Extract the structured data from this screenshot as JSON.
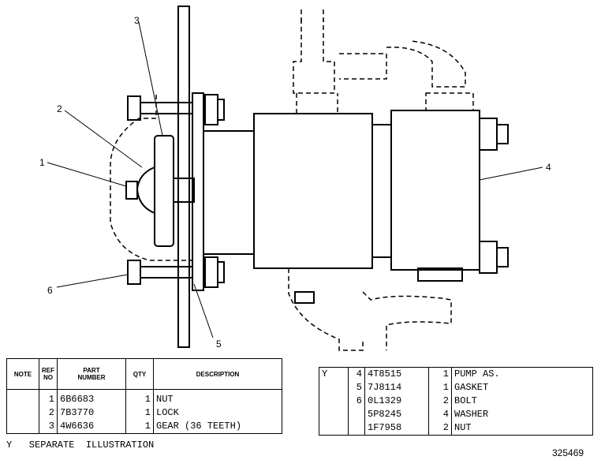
{
  "callouts": [
    "1",
    "2",
    "3",
    "4",
    "5",
    "6"
  ],
  "left_table": {
    "headers": {
      "note": "NOTE",
      "ref_no": "REF\nNO",
      "part_number": "PART\nNUMBER",
      "qty": "QTY",
      "description": "DESCRIPTION"
    },
    "rows": [
      {
        "note": "",
        "ref": "1",
        "part": "6B6683",
        "qty": "1",
        "desc": "NUT"
      },
      {
        "note": "",
        "ref": "2",
        "part": "7B3770",
        "qty": "1",
        "desc": "LOCK"
      },
      {
        "note": "",
        "ref": "3",
        "part": "4W6636",
        "qty": "1",
        "desc": "GEAR  (36  TEETH)"
      }
    ]
  },
  "right_table": {
    "rows": [
      {
        "note": "Y",
        "ref": "4",
        "part": "4T8515",
        "qty": "1",
        "desc": "PUMP  AS."
      },
      {
        "note": "",
        "ref": "5",
        "part": "7J8114",
        "qty": "1",
        "desc": "GASKET"
      },
      {
        "note": "",
        "ref": "6",
        "part": "0L1329",
        "qty": "2",
        "desc": "BOLT"
      },
      {
        "note": "",
        "ref": "",
        "part": "5P8245",
        "qty": "4",
        "desc": "WASHER"
      },
      {
        "note": "",
        "ref": "",
        "part": "1F7958",
        "qty": "2",
        "desc": "NUT"
      }
    ]
  },
  "footer_note": "Y   SEPARATE  ILLUSTRATION",
  "figure_id": "325469"
}
